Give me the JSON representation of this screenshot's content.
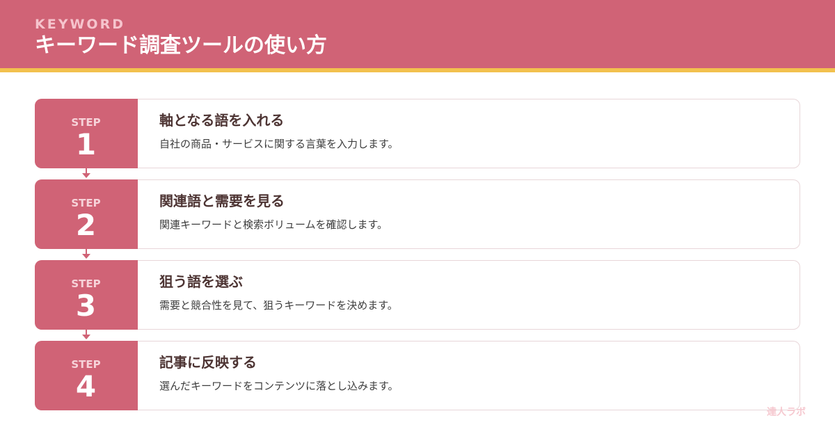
{
  "header": {
    "eyebrow": "KEYWORD",
    "title": "キーワード調査ツールの使い方"
  },
  "steps": [
    {
      "label": "STEP",
      "number": "1",
      "title": "軸となる語を入れる",
      "description": "自社の商品・サービスに関する言葉を入力します。"
    },
    {
      "label": "STEP",
      "number": "2",
      "title": "関連語と需要を見る",
      "description": "関連キーワードと検索ボリュームを確認します。"
    },
    {
      "label": "STEP",
      "number": "3",
      "title": "狙う語を選ぶ",
      "description": "需要と競合性を見て、狙うキーワードを決めます。"
    },
    {
      "label": "STEP",
      "number": "4",
      "title": "記事に反映する",
      "description": "選んだキーワードをコンテンツに落とし込みます。"
    }
  ],
  "watermark": "達人ラボ",
  "colors": {
    "primary": "#d06376",
    "accent_bar": "#f2c14e",
    "title_text": "#4d3433",
    "card_border": "#e8d6d9"
  }
}
